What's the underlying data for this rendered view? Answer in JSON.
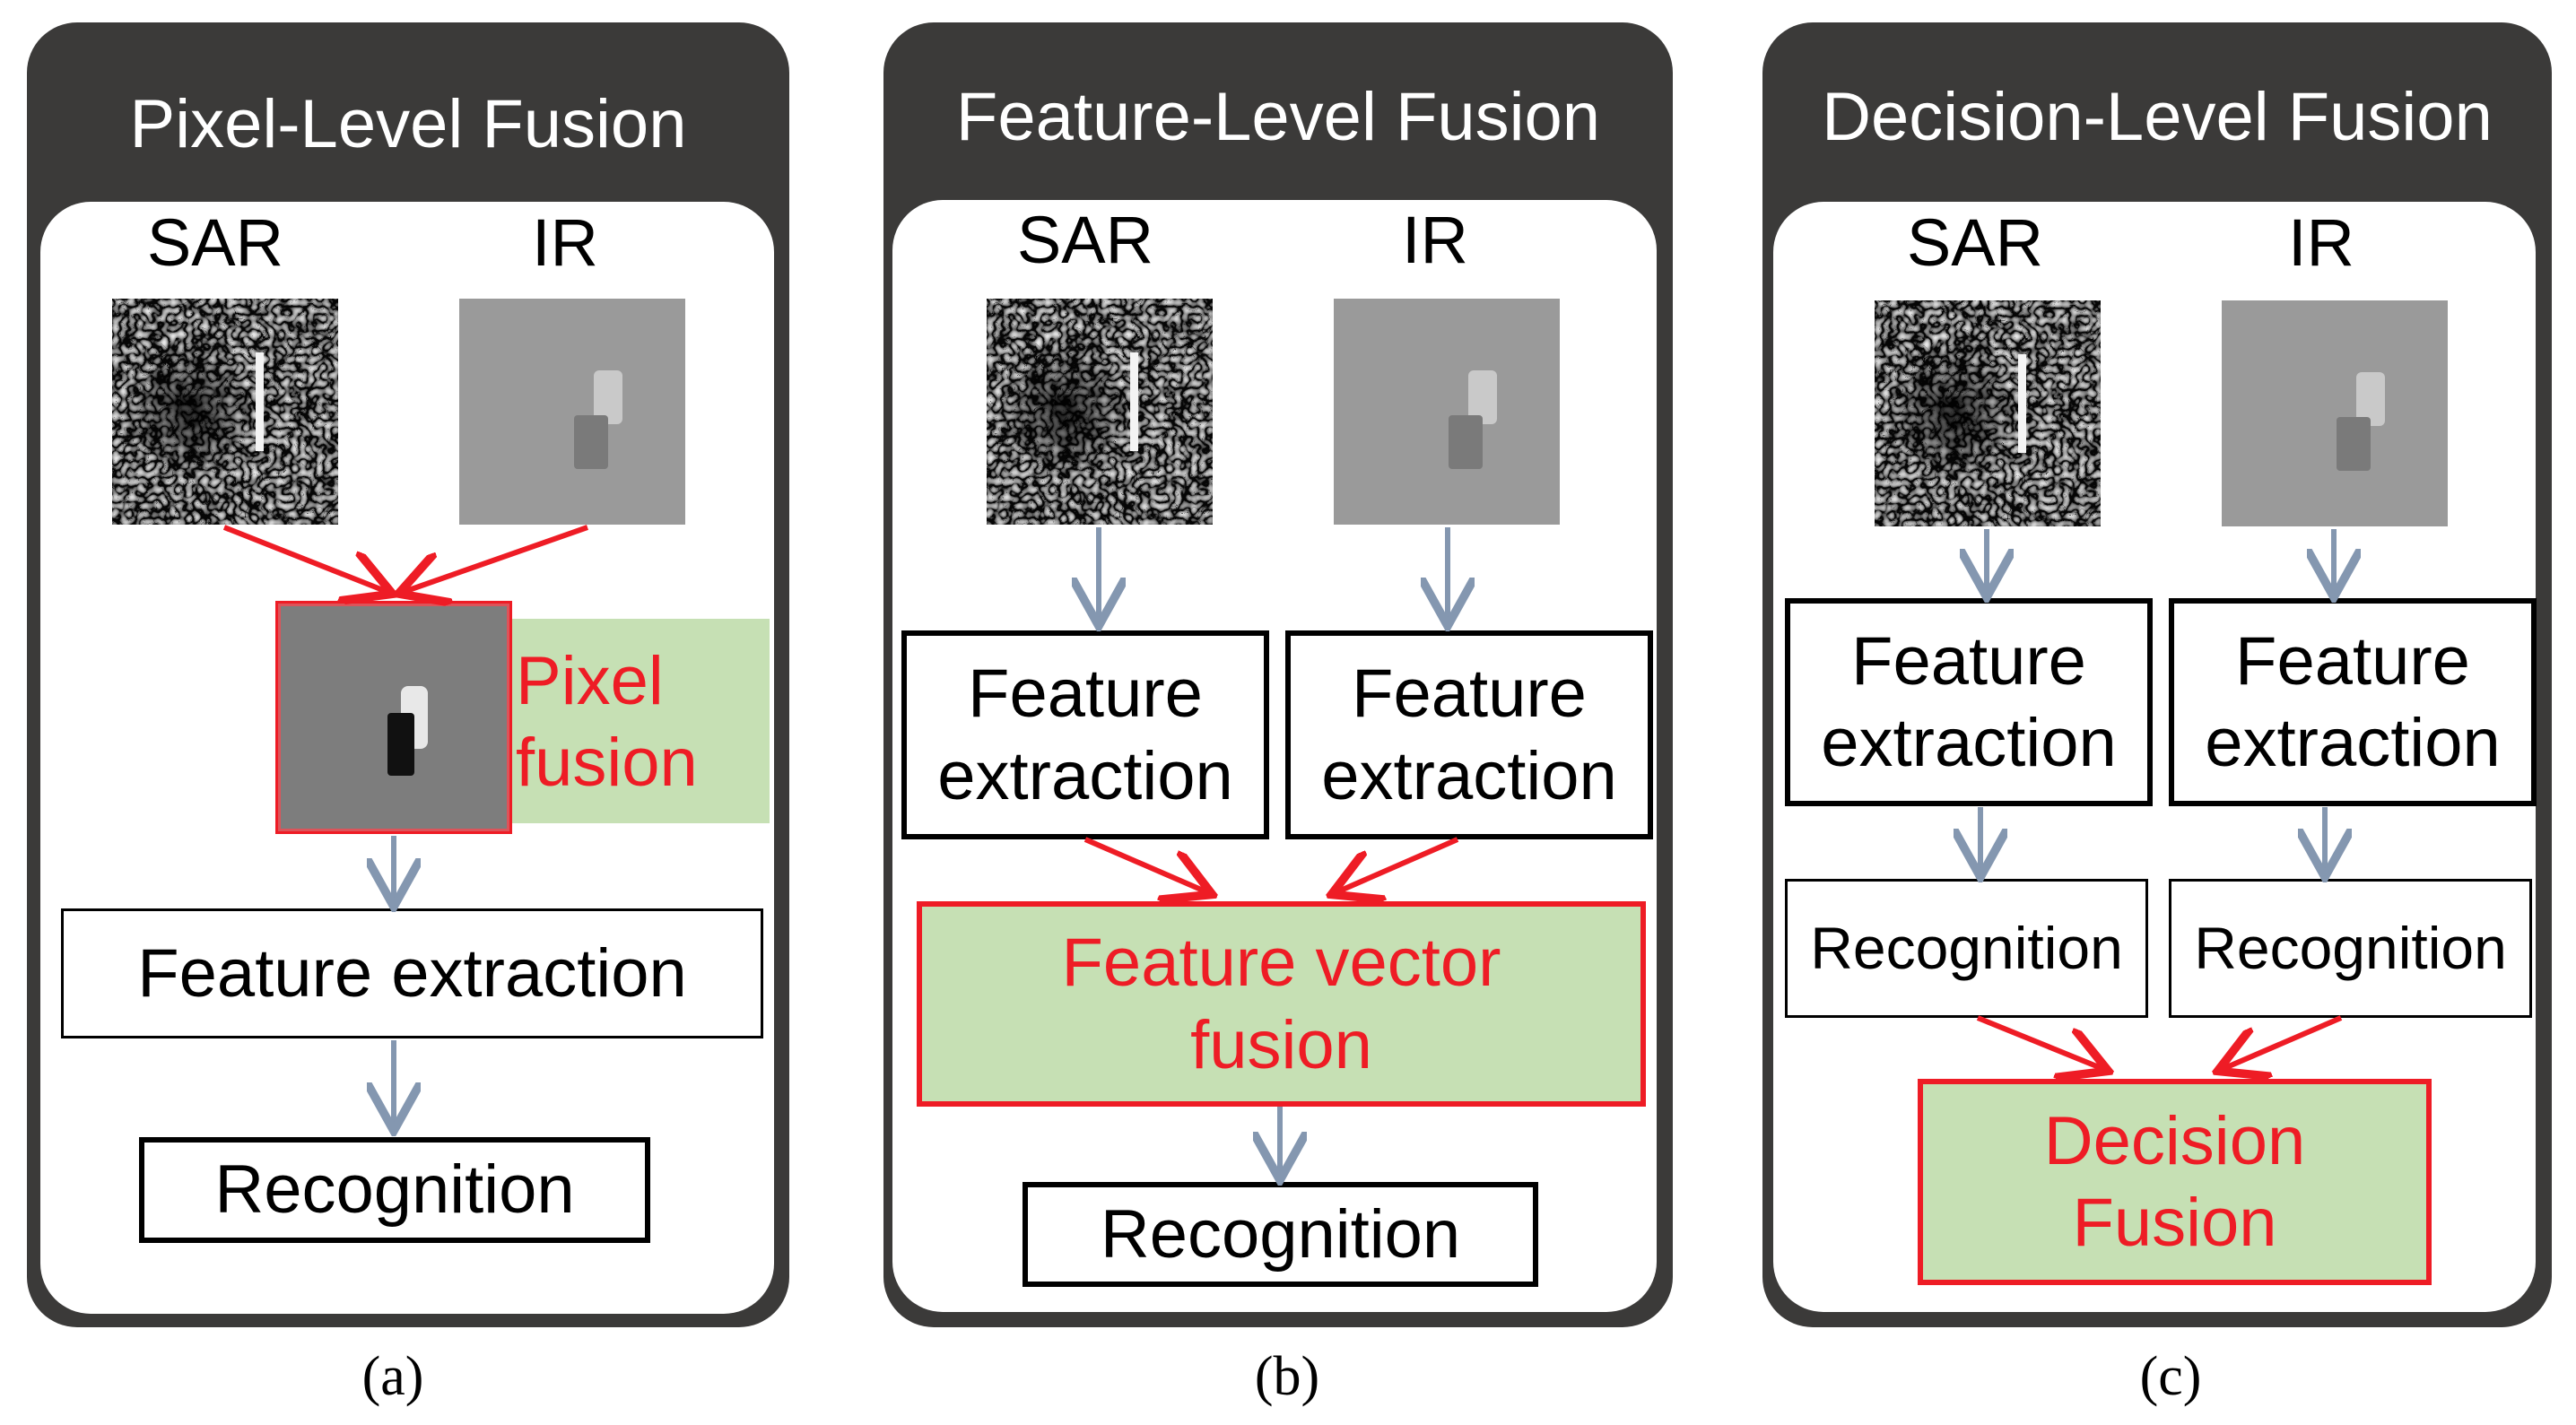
{
  "panels": [
    {
      "title": "Pixel-Level Fusion",
      "sar": "SAR",
      "ir": "IR",
      "fusion_label": "Pixel fusion",
      "feature": "Feature extraction",
      "recognition": "Recognition",
      "caption": "(a)"
    },
    {
      "title": "Feature-Level Fusion",
      "sar": "SAR",
      "ir": "IR",
      "feature_left": "Feature extraction",
      "feature_right": "Feature extraction",
      "fusion": "Feature vector fusion",
      "recognition": "Recognition",
      "caption": "(b)"
    },
    {
      "title": "Decision-Level Fusion",
      "sar": "SAR",
      "ir": "IR",
      "feature_left": "Feature extraction",
      "feature_right": "Feature extraction",
      "recog_left": "Recognition",
      "recog_right": "Recognition",
      "fusion": "Decision Fusion",
      "caption": "(c)"
    }
  ],
  "colors": {
    "panel": "#3b3a39",
    "fusion_red": "#ee1c25",
    "fusion_fill": "#c6e0b4",
    "flow_arrow": "#8497b0"
  }
}
